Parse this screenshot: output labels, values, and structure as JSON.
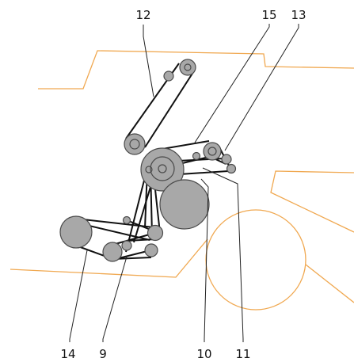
{
  "labels": {
    "n12": "12",
    "n15": "15",
    "n13": "13",
    "n14": "14",
    "n9": "9",
    "n10": "10",
    "n11": "11"
  },
  "colors": {
    "outline": "#F0A850",
    "pulley_fill": "#A8A8A8",
    "pulley_stroke": "#4A4A4A",
    "belt": "#111111",
    "leader": "#222222",
    "text": "#111111"
  }
}
